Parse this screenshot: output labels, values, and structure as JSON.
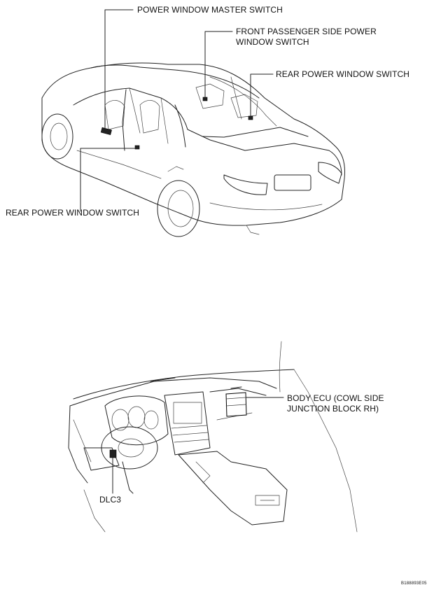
{
  "labels": {
    "power_window_master_switch": "POWER WINDOW MASTER SWITCH",
    "front_passenger_line1": "FRONT PASSENGER SIDE POWER",
    "front_passenger_line2": "WINDOW SWITCH",
    "rear_power_window_switch_right": "REAR POWER WINDOW SWITCH",
    "rear_power_window_switch_left": "REAR POWER WINDOW SWITCH",
    "body_ecu_line1": "BODY ECU (COWL SIDE",
    "body_ecu_line2": "JUNCTION BLOCK RH)",
    "dlc3": "DLC3"
  },
  "figure_code": "B188893E05",
  "colors": {
    "line": "#222222",
    "background": "#ffffff"
  }
}
